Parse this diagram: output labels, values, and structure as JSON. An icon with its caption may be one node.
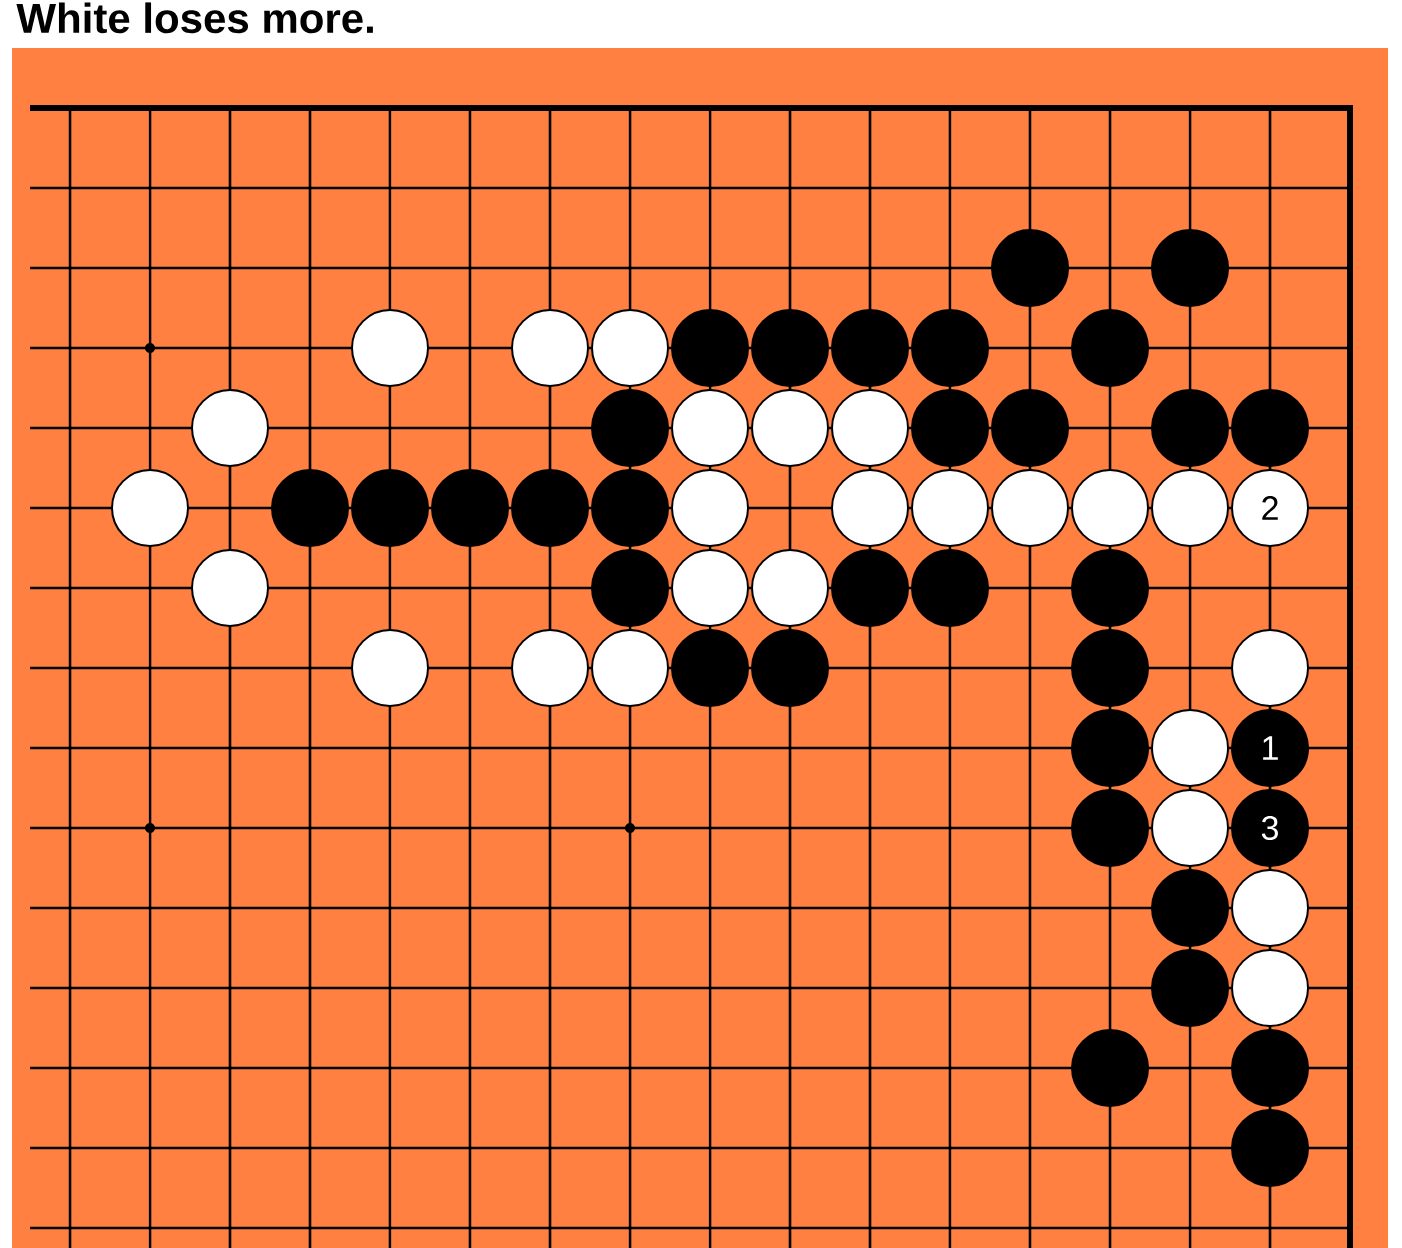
{
  "diagram": {
    "title": "White loses more.",
    "nodes": [
      {
        "text": [],
        "shape": "circle"
      },
      {
        "text": [],
        "shape": "circle"
      },
      {
        "text": [],
        "shape": "circle"
      },
      {
        "text": [],
        "shape": "circle"
      },
      {
        "text": [],
        "shape": "circle"
      },
      {
        "text": [],
        "shape": "circle"
      },
      {
        "text": [],
        "shape": "circle"
      },
      {
        "text": [],
        "shape": "circle"
      },
      {
        "text": [],
        "shape": "circle"
      },
      {
        "text": [],
        "shape": "circle"
      },
      {
        "text": [],
        "shape": "circle"
      },
      {
        "text": [],
        "shape": "circle"
      },
      {
        "text": [],
        "shape": "circle"
      },
      {
        "text": [],
        "shape": "circle"
      },
      {
        "text": [],
        "shape": "circle"
      },
      {
        "text": [],
        "shape": "circle"
      },
      {
        "text": [],
        "shape": "circle"
      },
      {
        "text": [],
        "shape": "circle"
      },
      {
        "text": [],
        "shape": "circle"
      },
      {
        "text": [],
        "shape": "circle"
      },
      {
        "text": [],
        "shape": "circle"
      },
      {
        "text": [],
        "shape": "circle"
      },
      {
        "text": [],
        "shape": "circle"
      },
      {
        "text": [],
        "shape": "circle"
      },
      {
        "text": [],
        "shape": "circle"
      },
      {
        "text": [],
        "shape": "circle"
      },
      {
        "text": [],
        "shape": "circle"
      },
      {
        "text": [],
        "shape": "circle"
      },
      {
        "text": [],
        "shape": "circle"
      },
      {
        "text": [],
        "shape": "circle"
      },
      {
        "text": [],
        "shape": "circle"
      },
      {
        "text": [
          "2"
        ]
      },
      {
        "text": [],
        "shape": "circle"
      },
      {
        "text": [],
        "shape": "circle"
      },
      {
        "text": [],
        "shape": "circle"
      },
      {
        "text": [],
        "shape": "circle"
      },
      {
        "text": [],
        "shape": "circle"
      },
      {
        "text": [],
        "shape": "circle"
      },
      {
        "text": [],
        "shape": "circle"
      },
      {
        "text": [],
        "shape": "circle"
      },
      {
        "text": [],
        "shape": "circle"
      },
      {
        "text": [],
        "shape": "circle"
      },
      {
        "text": [],
        "shape": "circle"
      },
      {
        "text": [],
        "shape": "circle"
      },
      {
        "text": [],
        "shape": "circle"
      },
      {
        "text": [],
        "shape": "circle"
      },
      {
        "text": [],
        "shape": "circle"
      },
      {
        "text": [],
        "shape": "circle"
      },
      {
        "text": [
          "1"
        ]
      },
      {
        "text": [],
        "shape": "circle"
      },
      {
        "text": [],
        "shape": "circle"
      },
      {
        "text": [
          "3"
        ]
      },
      {
        "text": [],
        "shape": "circle"
      },
      {
        "text": [],
        "shape": "circle"
      },
      {
        "text": [],
        "shape": "circle"
      },
      {
        "text": [],
        "shape": "circle"
      },
      {
        "text": [],
        "shape": "circle"
      },
      {
        "text": [],
        "shape": "circle"
      },
      {
        "text": [],
        "shape": "circle"
      }
    ]
  }
}
